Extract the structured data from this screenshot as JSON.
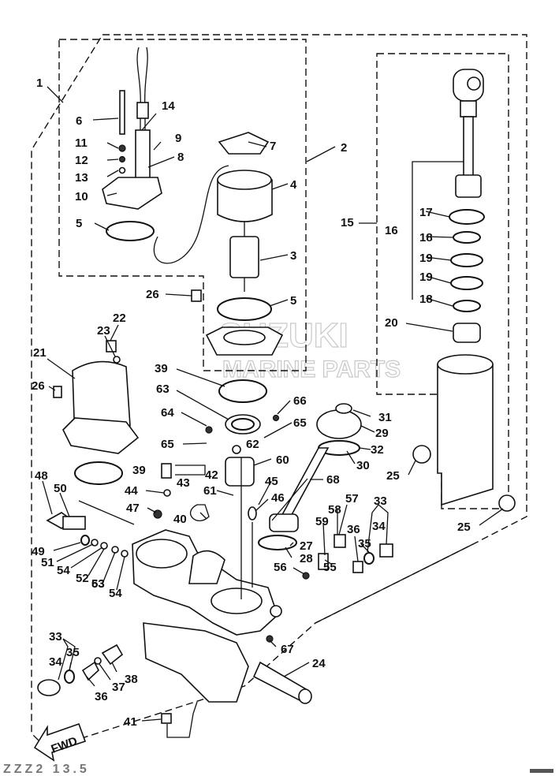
{
  "labels": {
    "l1": "1",
    "l2": "2",
    "l3": "3",
    "l4": "4",
    "l5a": "5",
    "l5b": "5",
    "l6": "6",
    "l7": "7",
    "l8": "8",
    "l9": "9",
    "l10": "10",
    "l11": "11",
    "l12": "12",
    "l13": "13",
    "l14": "14",
    "l15": "15",
    "l16": "16",
    "l17": "17",
    "l18a": "18",
    "l18b": "18",
    "l19a": "19",
    "l19b": "19",
    "l20": "20",
    "l21": "21",
    "l22": "22",
    "l23": "23",
    "l24": "24",
    "l25a": "25",
    "l25b": "25",
    "l26a": "26",
    "l26b": "26",
    "l27": "27",
    "l28": "28",
    "l29": "29",
    "l30": "30",
    "l31": "31",
    "l32": "32",
    "l33a": "33",
    "l33b": "33",
    "l34a": "34",
    "l34b": "34",
    "l35a": "35",
    "l35b": "35",
    "l36a": "36",
    "l36b": "36",
    "l37": "37",
    "l38": "38",
    "l39a": "39",
    "l39b": "39",
    "l40": "40",
    "l41": "41",
    "l42": "42",
    "l43": "43",
    "l44": "44",
    "l45": "45",
    "l46": "46",
    "l47": "47",
    "l48": "48",
    "l49": "49",
    "l50": "50",
    "l51": "51",
    "l52": "52",
    "l53": "53",
    "l54a": "54",
    "l54b": "54",
    "l55": "55",
    "l56": "56",
    "l57": "57",
    "l58": "58",
    "l59": "59",
    "l60": "60",
    "l61": "61",
    "l62": "62",
    "l63a": "63",
    "l63b": "63",
    "l64": "64",
    "l65a": "65",
    "l65b": "65",
    "l66": "66",
    "l67": "67",
    "l68": "68"
  },
  "fwd_label": "FWD",
  "watermark": {
    "line1": "SUZUKI",
    "line2": "MARINE PARTS"
  },
  "footer_code": "ZZZ2 13.5"
}
